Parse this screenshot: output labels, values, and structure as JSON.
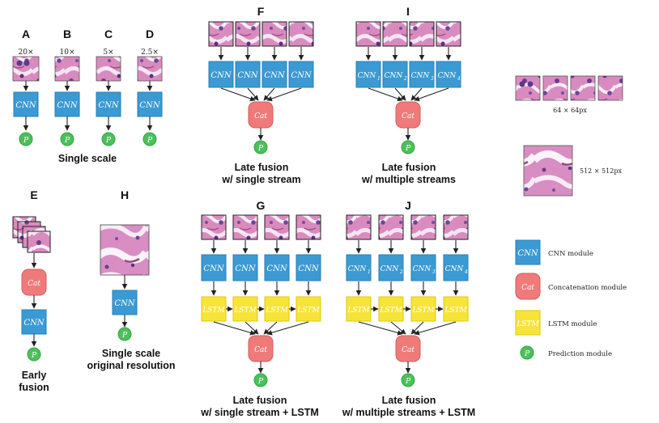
{
  "legend": {
    "cnn": "CNN module",
    "cat": "Concatenation module",
    "lstm": "LSTM module",
    "pred": "Prediction module",
    "size_small": "64 × 64px",
    "size_large": "512 × 512px"
  },
  "labels": {
    "cnn": "CNN",
    "cat": "Cat",
    "lstm": "LSTM",
    "p": "P"
  },
  "panels": {
    "A": {
      "letter": "A",
      "scale": "20×"
    },
    "B": {
      "letter": "B",
      "scale": "10×"
    },
    "C": {
      "letter": "C",
      "scale": "5×"
    },
    "D": {
      "letter": "D",
      "scale": "2.5×"
    },
    "E": {
      "letter": "E",
      "caption": [
        "Early",
        "fusion"
      ]
    },
    "F": {
      "letter": "F",
      "caption": [
        "Late fusion",
        "w/ single stream"
      ]
    },
    "G": {
      "letter": "G",
      "caption": [
        "Late fusion",
        "w/ single stream + LSTM"
      ]
    },
    "H": {
      "letter": "H",
      "caption": [
        "Single scale",
        "original resolution"
      ]
    },
    "I": {
      "letter": "I",
      "caption": [
        "Late fusion",
        "w/ multiple streams"
      ]
    },
    "J": {
      "letter": "J",
      "caption": [
        "Late fusion",
        "w/ multiple streams + LSTM"
      ]
    }
  },
  "single_scale_caption": "Single scale",
  "subscripts": [
    "1",
    "2",
    "3",
    "4"
  ]
}
